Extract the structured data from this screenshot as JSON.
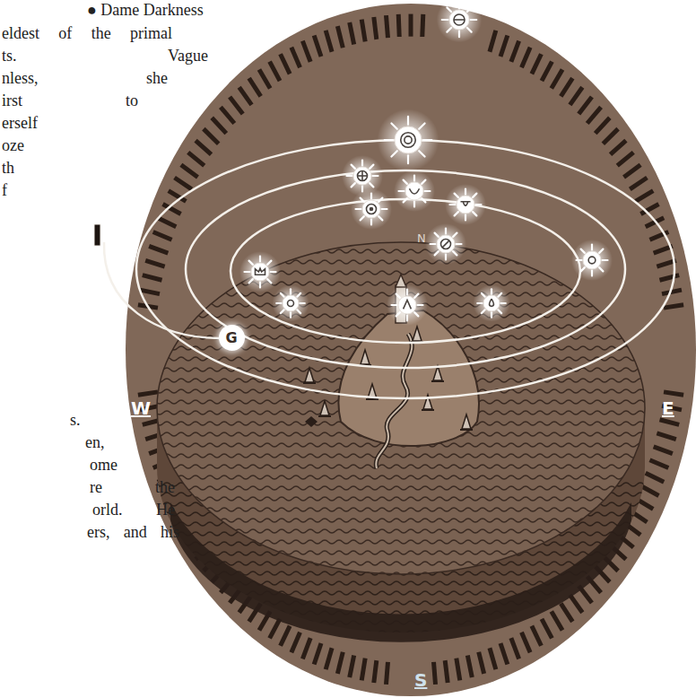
{
  "diagram": {
    "nodes": [
      {
        "text": [
          "G"
        ]
      }
    ],
    "labels": [
      "● Dame Darkness",
      "eldest of the primal",
      "ts. Vague",
      "nless, she",
      "irst to",
      "erself",
      "oze",
      "th",
      "f",
      "s.",
      "en,",
      "ome",
      "re the",
      "orld. He",
      "ers, and his",
      "N",
      "W",
      "E",
      "S"
    ]
  }
}
